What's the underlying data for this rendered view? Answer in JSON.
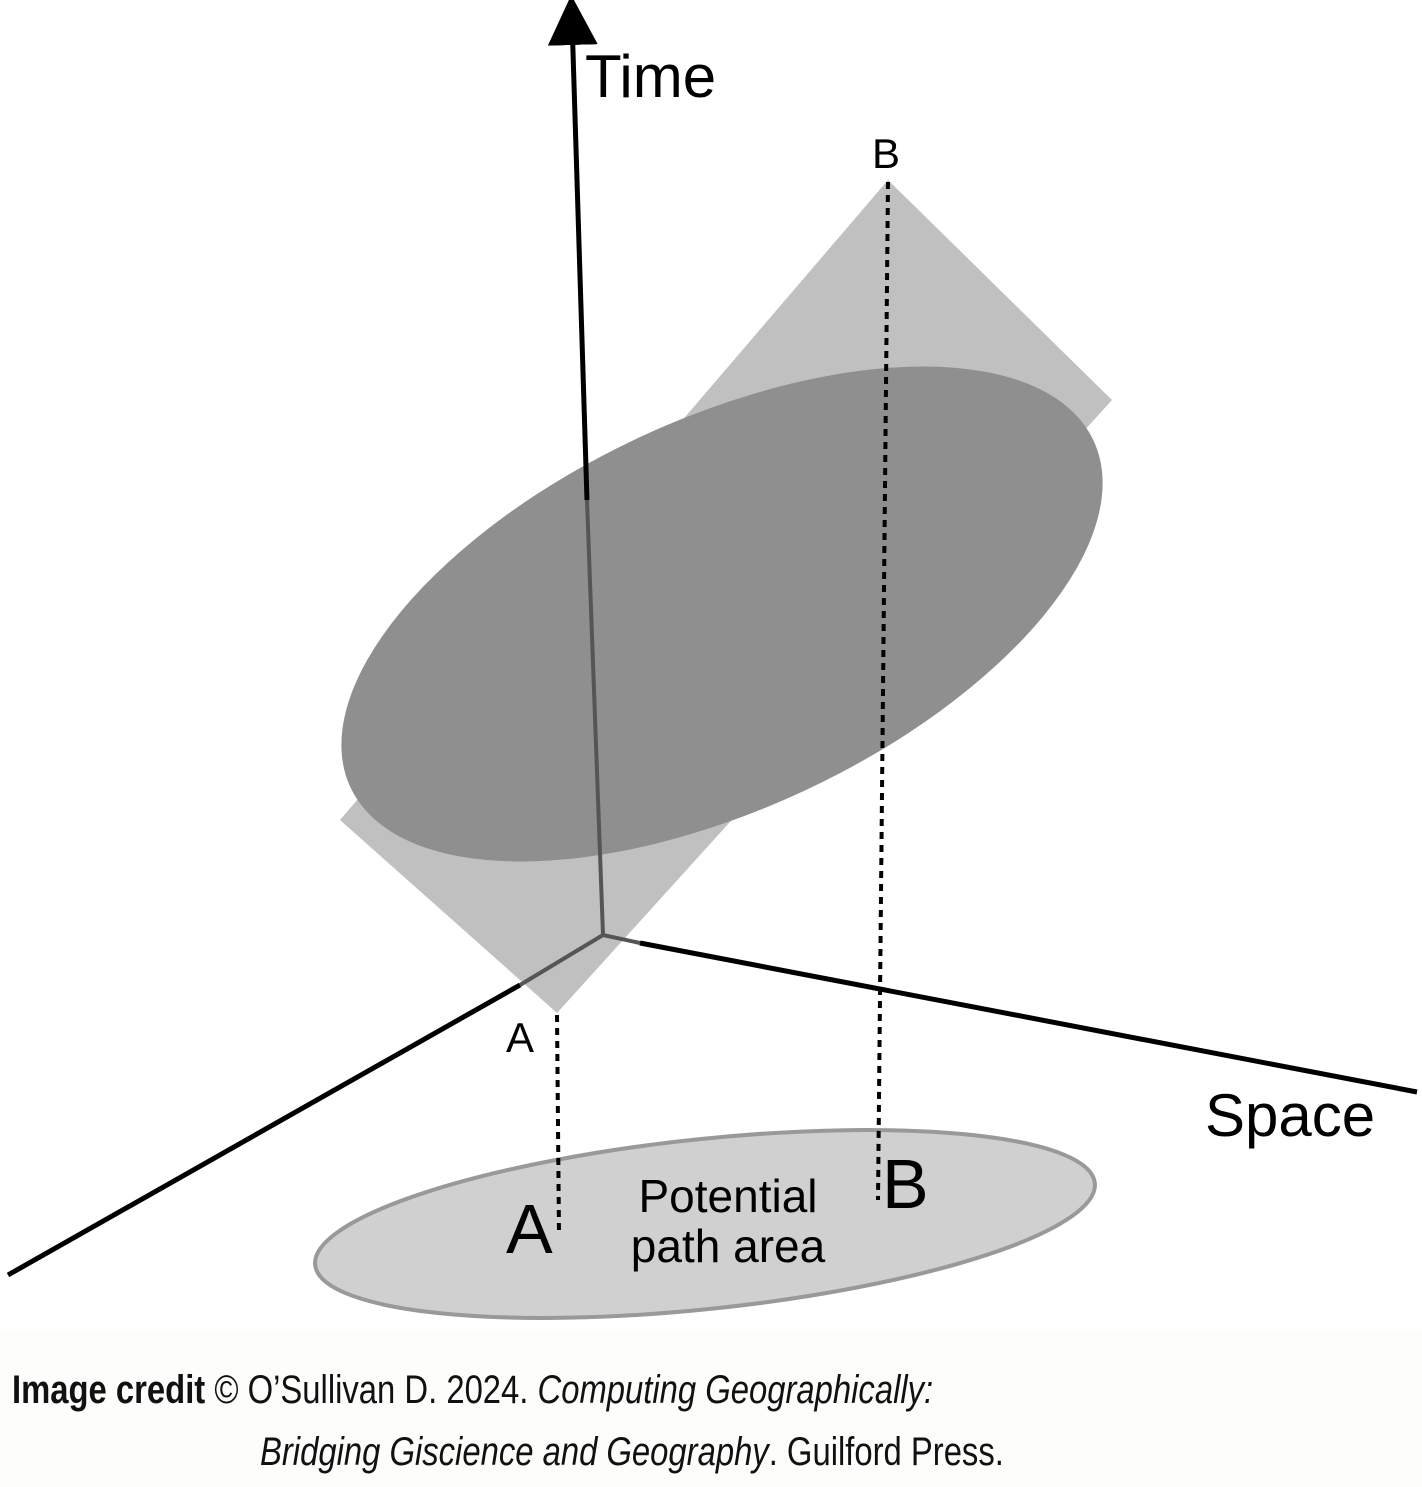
{
  "diagram": {
    "axes": {
      "time_label": "Time",
      "space_label": "Space"
    },
    "points": {
      "prism_top": "B",
      "prism_bottom": "A",
      "ground_a": "A",
      "ground_b": "B"
    },
    "ground_area": {
      "label_line1": "Potential",
      "label_line2": "path area"
    }
  },
  "credit": {
    "heading": "Image credit",
    "line1_text": " © O’Sullivan D. 2024. ",
    "title_part1": "Computing Geographically:",
    "title_part2": "Bridging Giscience and Geography",
    "line2_text": ". Guilford Press."
  },
  "colors": {
    "prism_fill": "#c0c0c0",
    "prism_disc": "#8f8f8f",
    "ground_fill": "#d0d0d0",
    "ground_stroke": "#999999",
    "axis": "#000000"
  }
}
